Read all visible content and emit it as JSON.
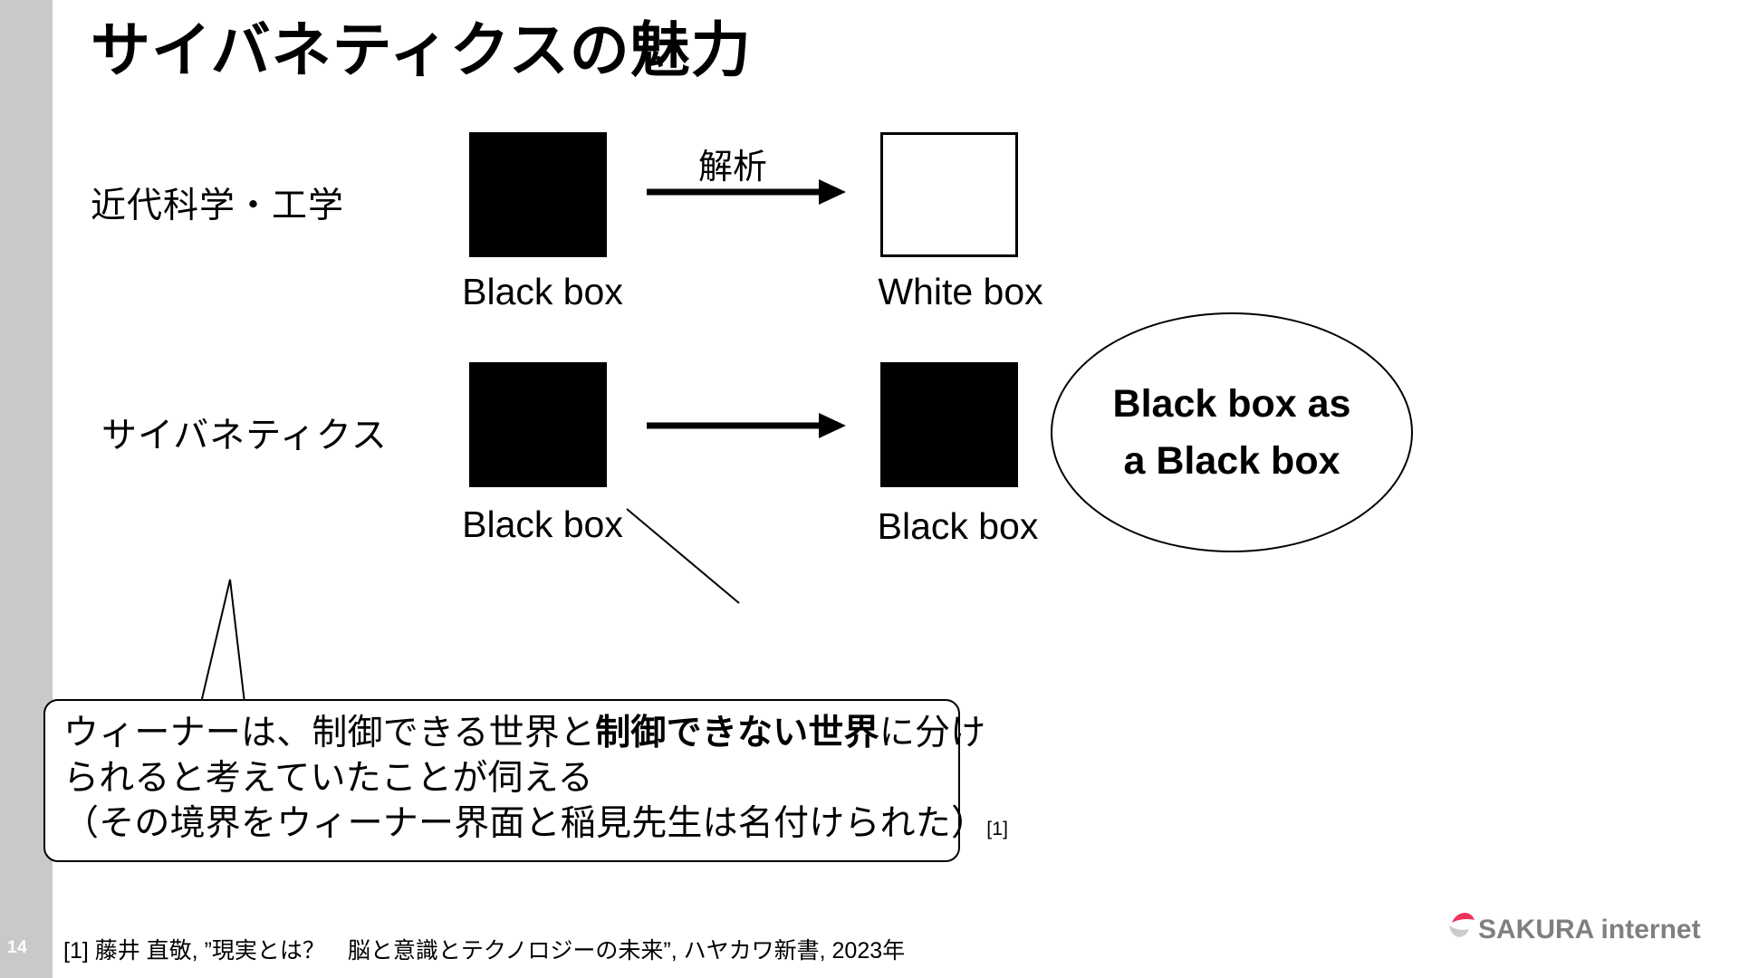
{
  "slide": {
    "page_number": "14",
    "title": "サイバネティクスの魅力",
    "background_color": "#ffffff",
    "rail_color": "#c9c9c9"
  },
  "rows": [
    {
      "label": "近代科学・工学",
      "source_box": {
        "type": "black-box",
        "fill": "#000000",
        "caption": "Black box"
      },
      "arrow_label": "解析",
      "target_box": {
        "type": "white-box",
        "fill": "#ffffff",
        "caption": "White box"
      }
    },
    {
      "label": "サイバネティクス",
      "source_box": {
        "type": "black-box",
        "fill": "#000000",
        "caption": "Black box"
      },
      "arrow_label": "",
      "target_box": {
        "type": "black-box",
        "fill": "#000000",
        "caption": "Black box"
      }
    }
  ],
  "ellipse": {
    "line1": "Black box as",
    "line2": "a Black box"
  },
  "callout": {
    "line1_a": "ウィーナーは、制御できる世界と",
    "line1_bold": "制御できない世界",
    "line1_b": "に分け",
    "line2": "られると考えていたことが伺える",
    "line3": "（その境界をウィーナー界面と稲見先生は名付けられた）",
    "line3_ref": "[1]"
  },
  "footnote": {
    "text": "[1] 藤井 直敬, ”現実とは？　脳と意識とテクノロジーの未来”, ハヤカワ新書, 2023年"
  },
  "logo": {
    "wordmark": "SAKURA internet",
    "petal_color": "#f0335c",
    "leaf_color": "#cccccc",
    "text_color": "#808080"
  }
}
